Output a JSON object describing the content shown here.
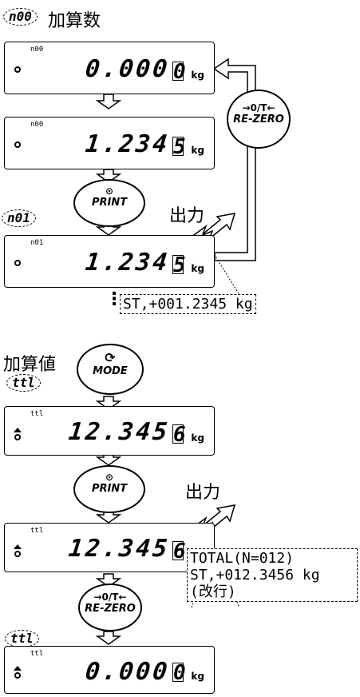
{
  "header": {
    "mode_label": "n00",
    "mode_caption": "加算数"
  },
  "displays": [
    {
      "tiny": "n00",
      "value": "0.000",
      "last": "0",
      "unit": "kg",
      "indicator": "dot"
    },
    {
      "tiny": "n00",
      "value": "1.234",
      "last": "5",
      "unit": "kg",
      "indicator": "dot"
    },
    {
      "tiny": "n01",
      "value": "1.234",
      "last": "5",
      "unit": "kg",
      "indicator": "dot"
    },
    {
      "tiny": "ttl",
      "value": "12.345",
      "last": "6",
      "unit": "kg",
      "indicator": "tri"
    },
    {
      "tiny": "ttl",
      "value": "12.345",
      "last": "6",
      "unit": "kg",
      "indicator": "tri"
    },
    {
      "tiny": "ttl",
      "value": "0.000",
      "last": "0",
      "unit": "kg",
      "indicator": "tri"
    }
  ],
  "buttons": {
    "rezero_symbol": "→0/T←",
    "rezero_label": "RE-ZERO",
    "print_symbol": "⊙",
    "print_label": "PRINT",
    "mode_symbol": "⟳",
    "mode_label": "MODE"
  },
  "labels": {
    "n01": "n01",
    "output": "出力",
    "total_caption": "加算値",
    "ttl": "ttl",
    "ellipsis": "⋮"
  },
  "output_1": {
    "line1": "ST,+001.2345 kg"
  },
  "output_2": {
    "line1": "TOTAL(N=012)",
    "line2": "ST,+012.3456 kg",
    "line3": "(改行)"
  }
}
